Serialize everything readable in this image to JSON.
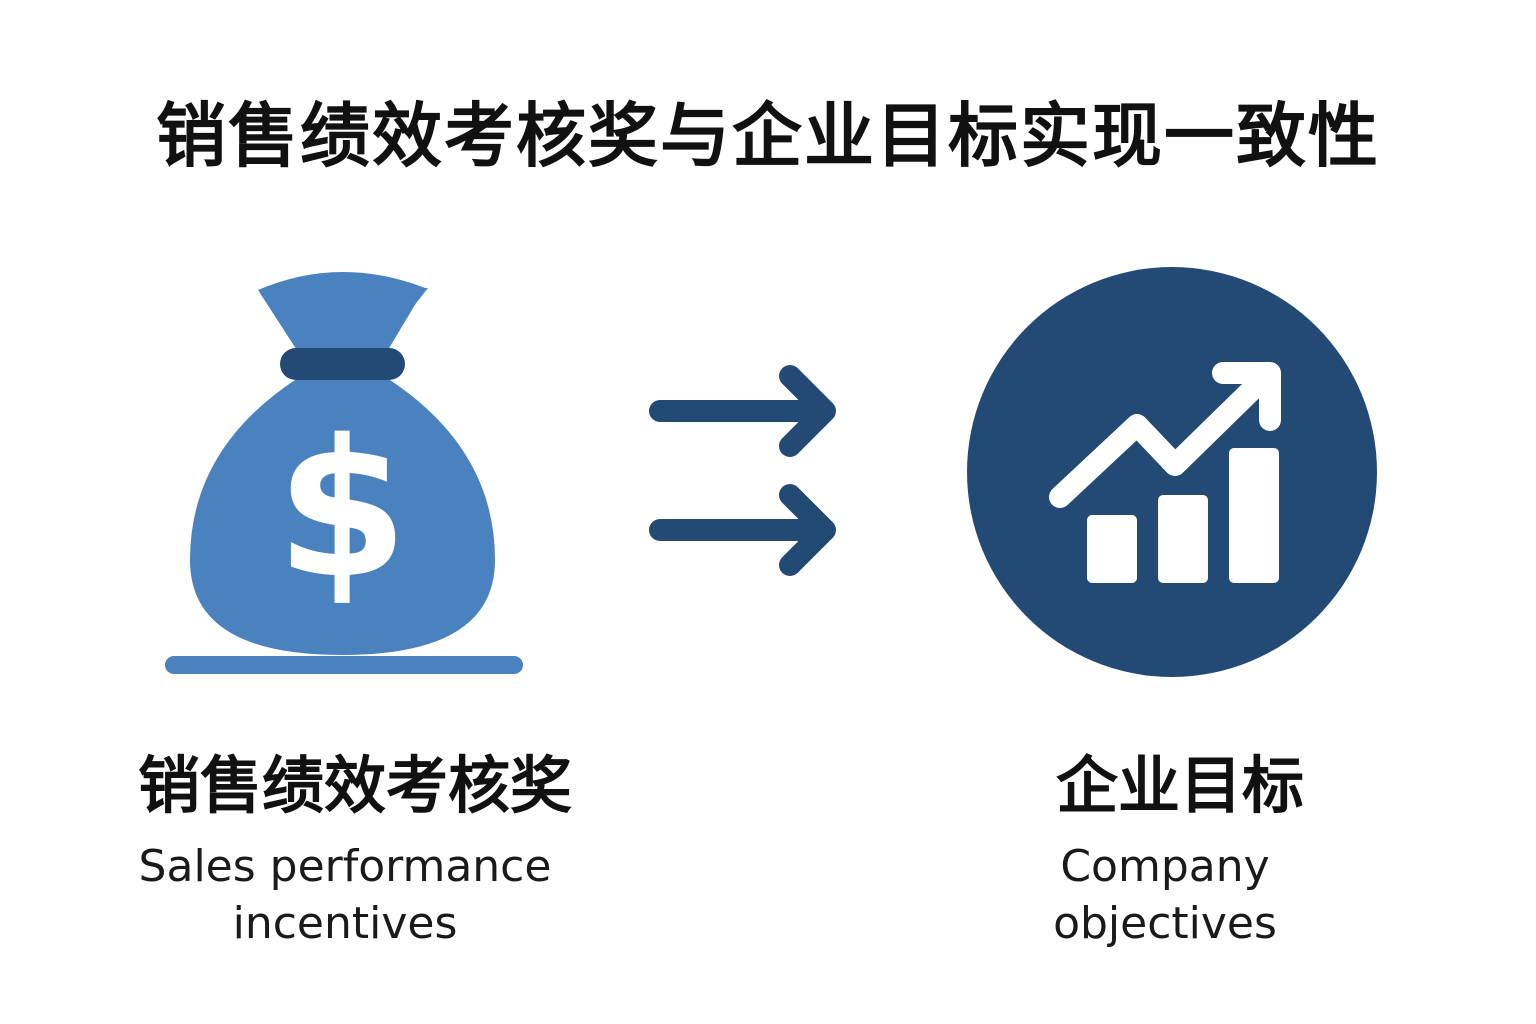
{
  "title": "销售绩效考核奖与企业目标实现一致性",
  "left": {
    "label_zh": "销售绩效考核奖",
    "label_en_1": "Sales performance",
    "label_en_2": "incentives",
    "icon": "money-bag-icon"
  },
  "right": {
    "label_zh": "企业目标",
    "label_en_1": "Company",
    "label_en_2": "objectives",
    "icon": "growth-chart-icon"
  },
  "colors": {
    "bag": "#4a82c0",
    "dark": "#234a74"
  }
}
